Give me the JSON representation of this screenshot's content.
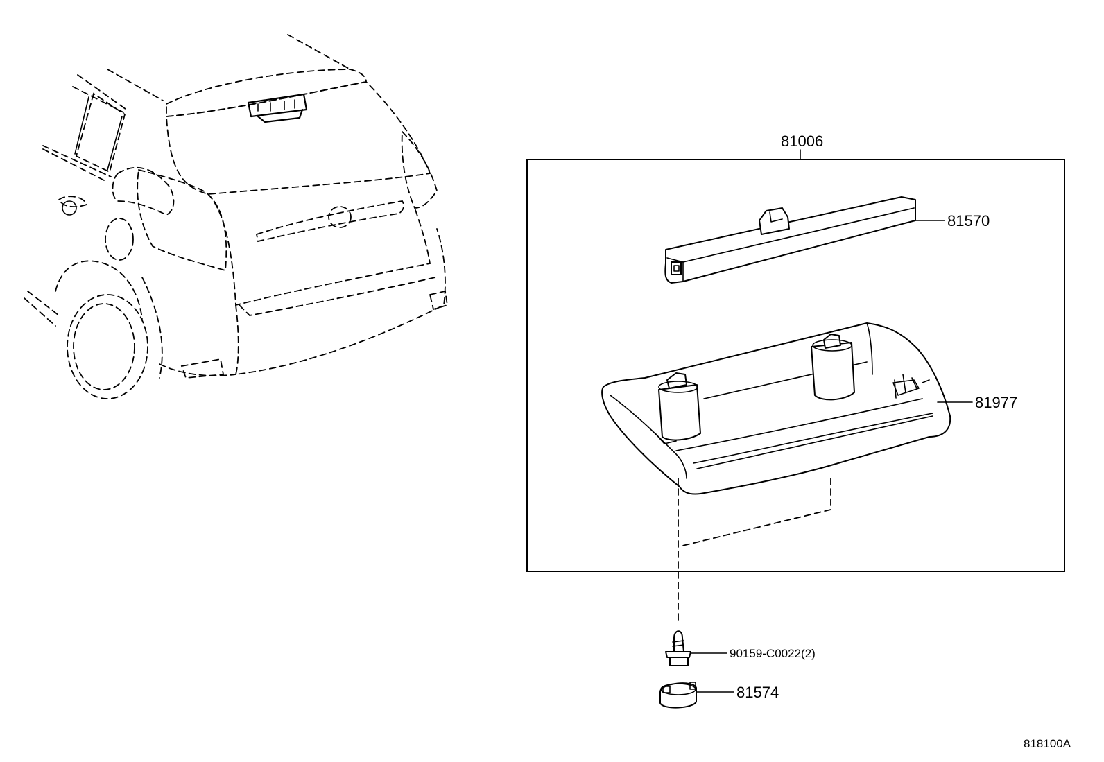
{
  "parts": {
    "assembly": "81006",
    "lamp": "81570",
    "cover": "81977",
    "screw": "90159-C0022(2)",
    "cap": "81574"
  },
  "drawing_code": "818100A"
}
